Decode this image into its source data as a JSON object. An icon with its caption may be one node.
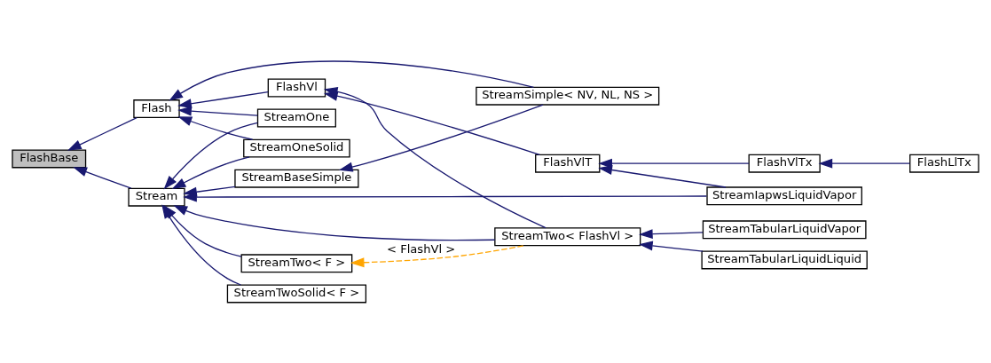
{
  "diagram": {
    "nodes": [
      {
        "text": [
          "FlashBase"
        ]
      },
      {
        "text": [
          "Flash"
        ]
      },
      {
        "text": [
          "Stream"
        ]
      },
      {
        "text": [
          "FlashVl"
        ]
      },
      {
        "text": [
          "StreamOne"
        ]
      },
      {
        "text": [
          "StreamOneSolid"
        ]
      },
      {
        "text": [
          "StreamBaseSimple"
        ]
      },
      {
        "text": [
          "StreamTwo< F >"
        ]
      },
      {
        "text": [
          "StreamTwoSolid< F >"
        ]
      },
      {
        "text": [
          "StreamSimple< NV, NL, NS >"
        ]
      },
      {
        "text": [
          "FlashVlT"
        ]
      },
      {
        "text": [
          "StreamTwo< FlashVl >"
        ]
      },
      {
        "text": [
          "FlashVlTx"
        ]
      },
      {
        "text": [
          "StreamIapwsLiquidVapor"
        ]
      },
      {
        "text": [
          "StreamTabularLiquidLiquid"
        ]
      },
      {
        "text": [
          "StreamTabularLiquidVapor"
        ]
      },
      {
        "text": [
          "FlashLlTx"
        ]
      }
    ],
    "edges": [
      {
        "from": 1,
        "to": 0,
        "arrow": "to"
      },
      {
        "from": 2,
        "to": 0,
        "arrow": "to"
      },
      {
        "from": 3,
        "to": 1,
        "arrow": "to"
      },
      {
        "from": 4,
        "to": 1,
        "arrow": "to"
      },
      {
        "from": 5,
        "to": 1,
        "arrow": "to"
      },
      {
        "from": 9,
        "to": 1,
        "arrow": "to"
      },
      {
        "from": 4,
        "to": 2,
        "arrow": "to"
      },
      {
        "from": 5,
        "to": 2,
        "arrow": "to"
      },
      {
        "from": 6,
        "to": 2,
        "arrow": "to"
      },
      {
        "from": 7,
        "to": 2,
        "arrow": "to"
      },
      {
        "from": 8,
        "to": 2,
        "arrow": "to"
      },
      {
        "from": 13,
        "to": 2,
        "arrow": "to"
      },
      {
        "from": 11,
        "to": 2,
        "arrow": "to"
      },
      {
        "from": 9,
        "to": 6,
        "arrow": "to"
      },
      {
        "from": 10,
        "to": 3,
        "arrow": "to"
      },
      {
        "from": 11,
        "to": 3,
        "arrow": "to"
      },
      {
        "from": 12,
        "to": 10,
        "arrow": "to"
      },
      {
        "from": 13,
        "to": 10,
        "arrow": "to"
      },
      {
        "from": 16,
        "to": 12,
        "arrow": "to"
      },
      {
        "from": 11,
        "to": 7,
        "arrow": "to",
        "label": "< FlashVl >",
        "style": "dashed",
        "color": "#ffa500"
      },
      {
        "from": 14,
        "to": 11,
        "arrow": "to"
      },
      {
        "from": 15,
        "to": 11,
        "arrow": "to"
      }
    ]
  }
}
